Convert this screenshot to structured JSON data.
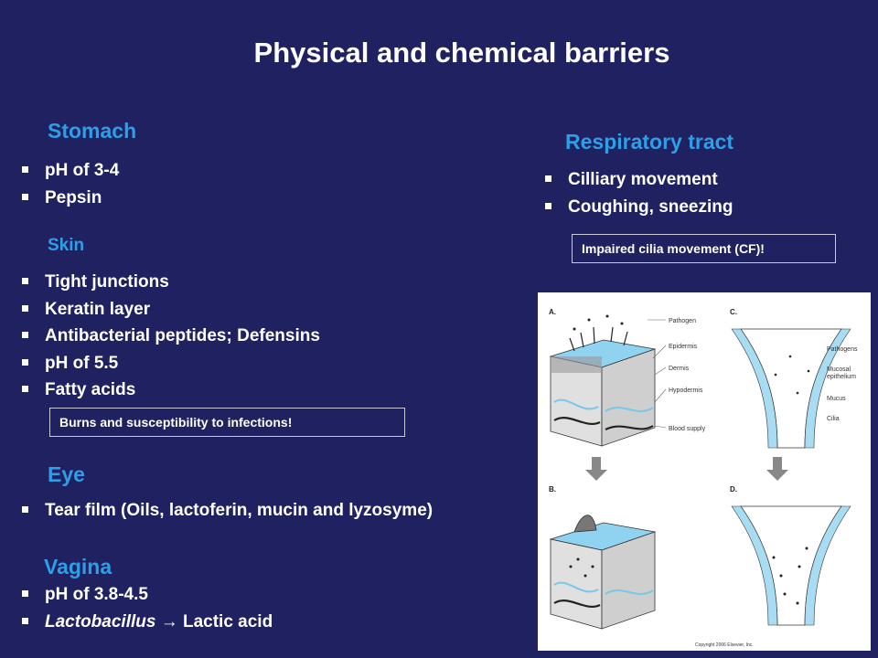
{
  "title": "Physical and chemical barriers",
  "stomach": {
    "heading": "Stomach",
    "items": [
      "pH of 3-4",
      "Pepsin"
    ]
  },
  "skin": {
    "heading": "Skin",
    "items": [
      "Tight junctions",
      "Keratin layer",
      "Antibacterial peptides; Defensins",
      "pH of 5.5",
      "Fatty acids"
    ],
    "note": "Burns and susceptibility to infections!"
  },
  "eye": {
    "heading": "Eye",
    "items": [
      "Tear film (Oils, lactoferin, mucin and lyzosyme)"
    ]
  },
  "vagina": {
    "heading": "Vagina",
    "item1": "pH of 3.8-4.5",
    "item2_italic": "Lactobacillus",
    "item2_arrow": "→",
    "item2_rest": "Lactic acid"
  },
  "respiratory": {
    "heading": "Respiratory tract",
    "items": [
      "Cilliary movement",
      "Coughing, sneezing"
    ],
    "note": "Impaired cilia movement (CF)!"
  },
  "figure": {
    "panel_a": "A.",
    "panel_b": "B.",
    "panel_c": "C.",
    "panel_d": "D.",
    "labels_a": [
      "Pathogen",
      "Epidermis",
      "Dermis",
      "Hypodermis",
      "Blood supply"
    ],
    "labels_c": [
      "Pathogens",
      "Mucosal",
      "epithelium",
      "Mucus",
      "Cilia"
    ],
    "copyright": "Copyright 2006 Elsevier, Inc."
  }
}
